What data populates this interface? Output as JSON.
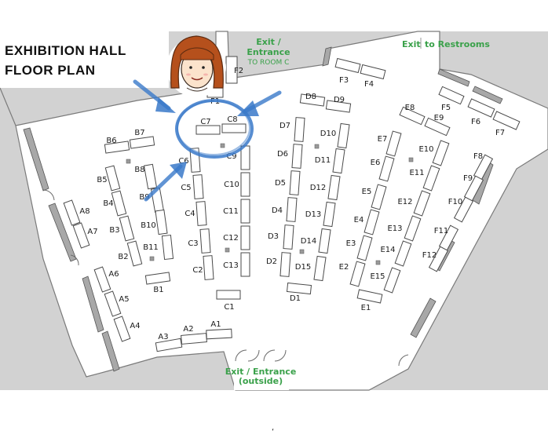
{
  "title": {
    "line1": "EXHIBITION HALL",
    "line2": "FLOOR PLAN"
  },
  "exits": {
    "room_c": {
      "line1": "Exit /",
      "line2": "Entrance",
      "line3": "TO ROOM C"
    },
    "restrooms": {
      "prefix": "Exit",
      "suffix": "to Restrooms"
    },
    "outside": {
      "line1": "Exit / Entrance",
      "line2": "(outside)"
    }
  },
  "colors": {
    "wall_gray": "#d2d2d2",
    "wall_stroke": "#7a7a7a",
    "exit_green": "#3aa14a",
    "highlight_blue": "#3a79c9",
    "hair": "#b5501c",
    "skin": "#fbe3cc"
  },
  "highlight": {
    "description_icon": "person-avatar-icon",
    "target_booths": [
      "C7",
      "C8",
      "C6"
    ]
  },
  "booths": [
    {
      "id": "F1"
    },
    {
      "id": "F2"
    },
    {
      "id": "F3"
    },
    {
      "id": "F4"
    },
    {
      "id": "F5"
    },
    {
      "id": "F6"
    },
    {
      "id": "F7"
    },
    {
      "id": "F8"
    },
    {
      "id": "F9"
    },
    {
      "id": "F10"
    },
    {
      "id": "F11"
    },
    {
      "id": "F12"
    },
    {
      "id": "A1"
    },
    {
      "id": "A2"
    },
    {
      "id": "A3"
    },
    {
      "id": "A4"
    },
    {
      "id": "A5"
    },
    {
      "id": "A6"
    },
    {
      "id": "A7"
    },
    {
      "id": "A8"
    },
    {
      "id": "B1"
    },
    {
      "id": "B2"
    },
    {
      "id": "B3"
    },
    {
      "id": "B4"
    },
    {
      "id": "B5"
    },
    {
      "id": "B6"
    },
    {
      "id": "B7"
    },
    {
      "id": "B8"
    },
    {
      "id": "B9"
    },
    {
      "id": "B10"
    },
    {
      "id": "B11"
    },
    {
      "id": "C1"
    },
    {
      "id": "C2"
    },
    {
      "id": "C3"
    },
    {
      "id": "C4"
    },
    {
      "id": "C5"
    },
    {
      "id": "C6"
    },
    {
      "id": "C7"
    },
    {
      "id": "C8"
    },
    {
      "id": "C9"
    },
    {
      "id": "C10"
    },
    {
      "id": "C11"
    },
    {
      "id": "C12"
    },
    {
      "id": "C13"
    },
    {
      "id": "D1"
    },
    {
      "id": "D2"
    },
    {
      "id": "D3"
    },
    {
      "id": "D4"
    },
    {
      "id": "D5"
    },
    {
      "id": "D6"
    },
    {
      "id": "D7"
    },
    {
      "id": "D8"
    },
    {
      "id": "D9"
    },
    {
      "id": "D10"
    },
    {
      "id": "D11"
    },
    {
      "id": "D12"
    },
    {
      "id": "D13"
    },
    {
      "id": "D14"
    },
    {
      "id": "D15"
    },
    {
      "id": "E1"
    },
    {
      "id": "E2"
    },
    {
      "id": "E3"
    },
    {
      "id": "E4"
    },
    {
      "id": "E5"
    },
    {
      "id": "E6"
    },
    {
      "id": "E7"
    },
    {
      "id": "E8"
    },
    {
      "id": "E9"
    },
    {
      "id": "E10"
    },
    {
      "id": "E11"
    },
    {
      "id": "E12"
    },
    {
      "id": "E13"
    },
    {
      "id": "E14"
    },
    {
      "id": "E15"
    }
  ],
  "footer_mark": "‘"
}
